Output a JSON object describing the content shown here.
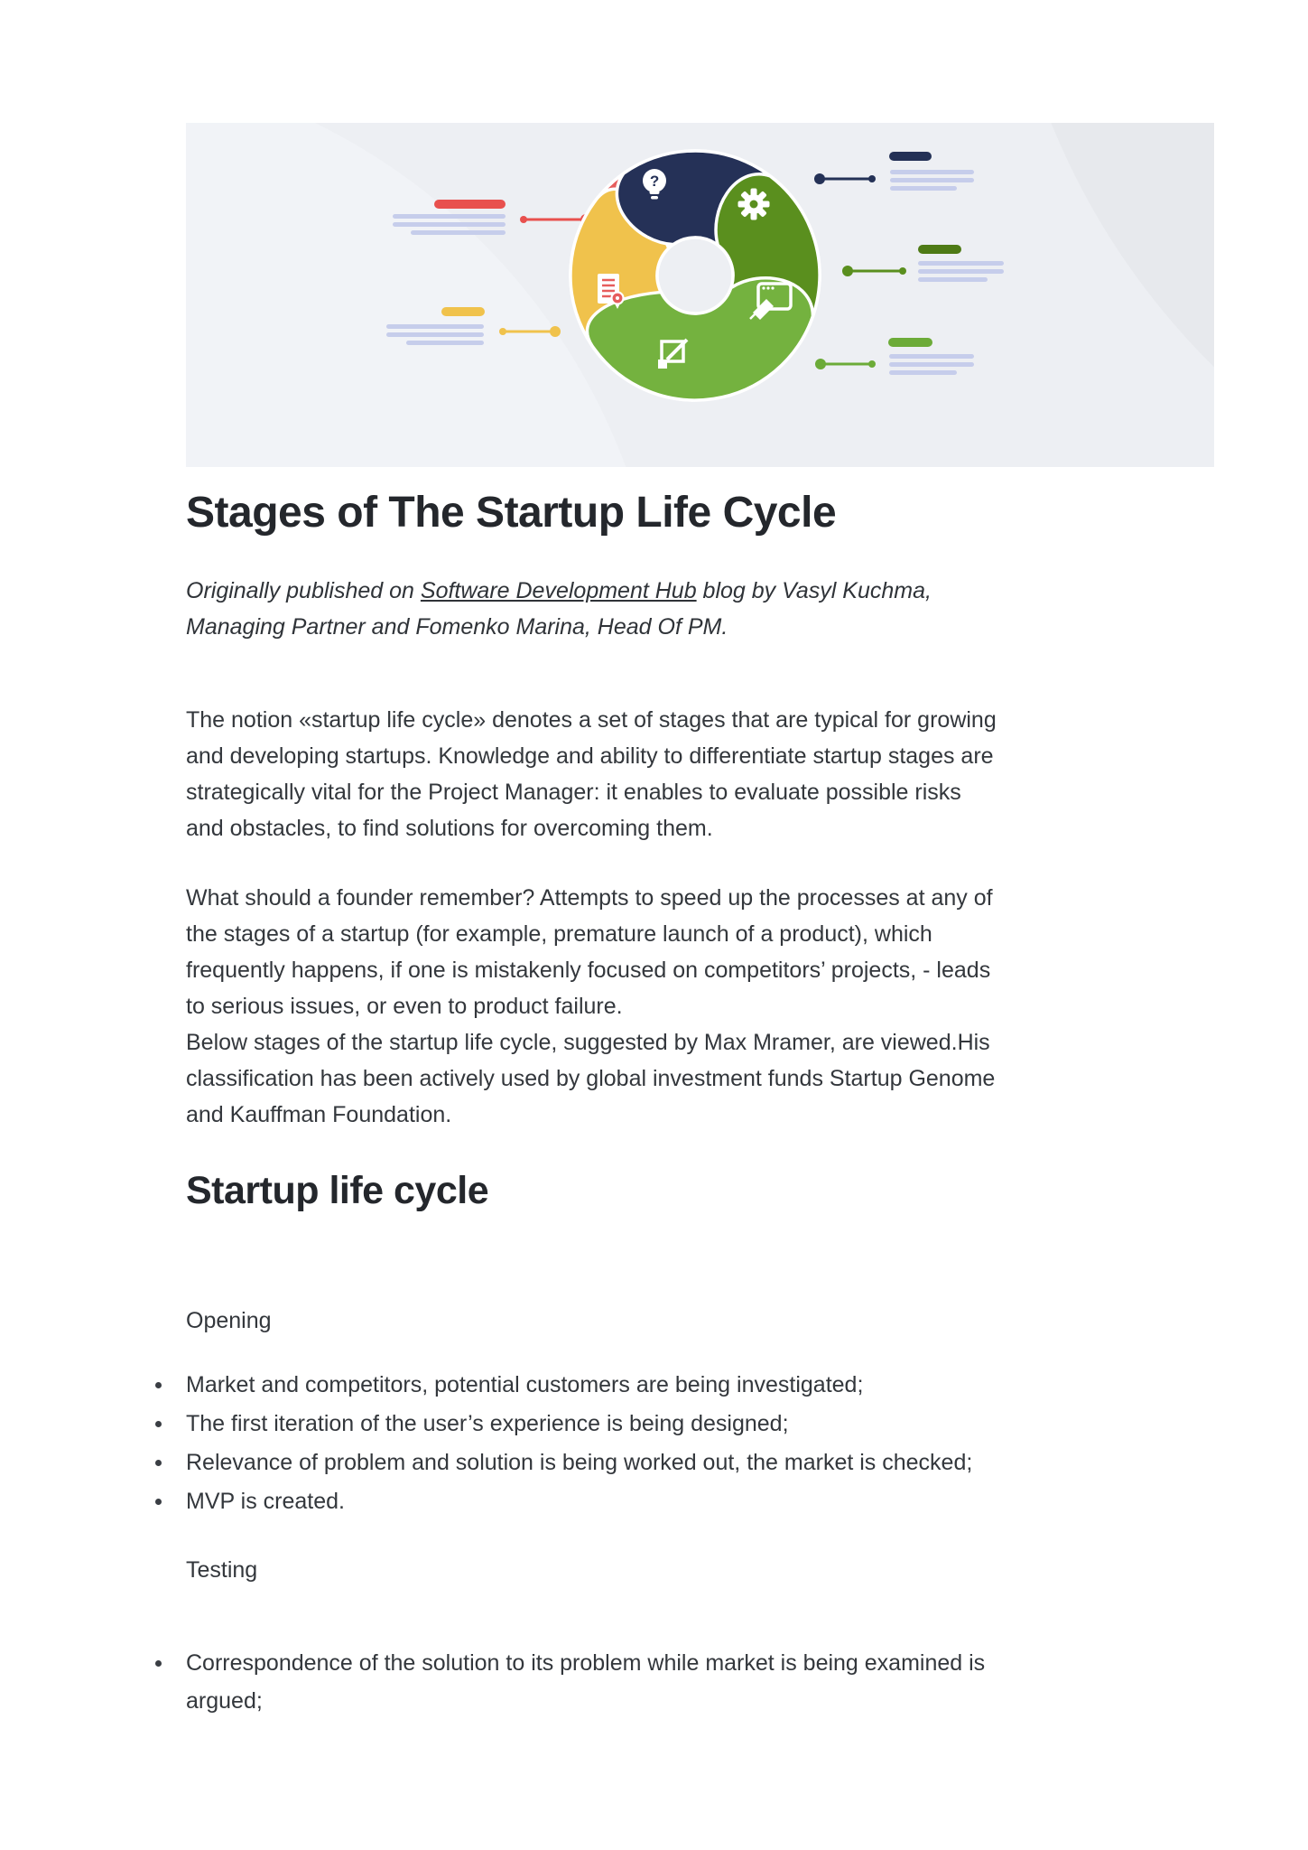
{
  "article": {
    "title": "Stages of The Startup Life Cycle",
    "byline": {
      "pre": "Originally published on ",
      "link": "Software Development Hub",
      "post": " blog by Vasyl Kuchma,",
      "line2": "Managing Partner and Fomenko Marina, Head Of PM."
    },
    "para1": [
      "The notion «startup life cycle» denotes a set of stages that are typical for growing",
      "and developing startups. Knowledge and ability to differentiate startup stages are",
      "strategically vital for the Project Manager: it enables to evaluate possible risks",
      "and obstacles, to find solutions for overcoming them."
    ],
    "para2": [
      "What should a founder remember?  Attempts to speed up the processes at any of",
      "the stages of a startup (for example, premature launch of a product), which",
      "frequently happens, if one is mistakenly focused on competitors’ projects, - leads",
      "to serious issues, or even to product failure.",
      "Below stages of the startup life cycle, suggested by Max Mramer, are viewed.His",
      "classification has been actively used by global investment funds Startup Genome",
      "and Kauffman Foundation."
    ],
    "section_heading": "Startup life cycle",
    "opening": {
      "label": "Opening",
      "items": [
        "Market and competitors, potential customers are being investigated;",
        "The first iteration of the user’s experience is being designed;",
        "Relevance of problem and solution is being worked out, the market is checked;",
        "MVP is created."
      ]
    },
    "testing": {
      "label": "Testing",
      "items": [
        [
          "Correspondence of the solution to its problem while market is being examined is",
          "argued;"
        ]
      ]
    }
  },
  "banner": {
    "question_glyph": "?",
    "colors": {
      "background": "#edeff3",
      "swoosh_dark": "#e7e9ed",
      "swoosh_light": "#f1f3f7",
      "navy": "#253157",
      "red": "#e65d5c",
      "yellow": "#f0c24c",
      "green_dark": "#5a8f1e",
      "green_light": "#74b23f",
      "pill_navy": "#243156",
      "pill_red": "#e8504e",
      "pill_yellow": "#f0c24c",
      "pill_green_dark": "#4e7a15",
      "pill_green_light": "#6cab38",
      "placeholder_line": "#c6cdeb"
    },
    "icons": [
      "lightbulb-question-icon",
      "gear-icon",
      "rocket-launch-icon",
      "design-pencil-icon",
      "document-specs-icon"
    ]
  }
}
